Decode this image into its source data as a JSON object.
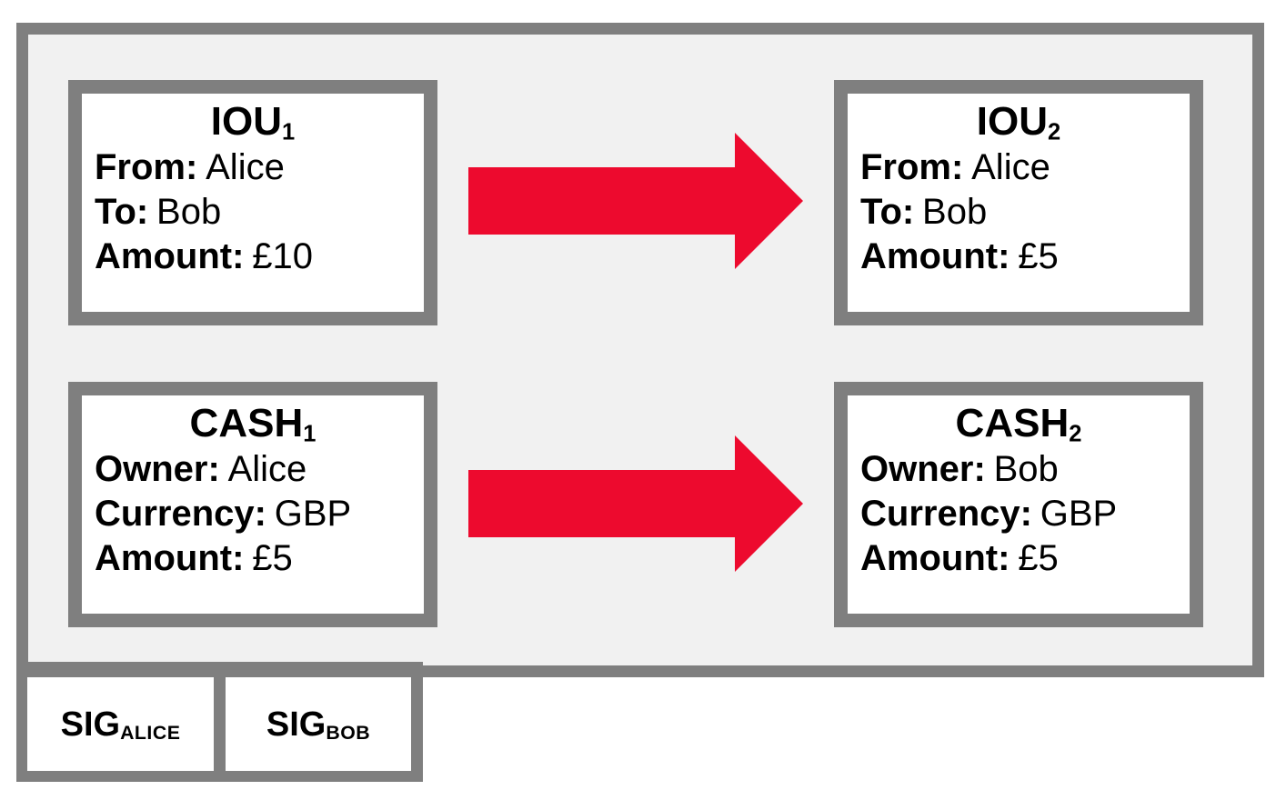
{
  "colors": {
    "frame_gray": "#7f7f7f",
    "panel_background": "#f1f1f1",
    "box_background": "#ffffff",
    "arrow_red": "#ed0a2e",
    "text": "#000000"
  },
  "states": [
    {
      "id": "iou1",
      "title": "IOU",
      "title_sub": "1",
      "fields": [
        {
          "label": "From:",
          "value": "Alice"
        },
        {
          "label": "To:",
          "value": "Bob"
        },
        {
          "label": "Amount:",
          "value": "£10"
        }
      ]
    },
    {
      "id": "iou2",
      "title": "IOU",
      "title_sub": "2",
      "fields": [
        {
          "label": "From:",
          "value": "Alice"
        },
        {
          "label": "To:",
          "value": "Bob"
        },
        {
          "label": "Amount:",
          "value": "£5"
        }
      ]
    },
    {
      "id": "cash1",
      "title": "CASH",
      "title_sub": "1",
      "fields": [
        {
          "label": "Owner:",
          "value": "Alice"
        },
        {
          "label": "Currency:",
          "value": "GBP"
        },
        {
          "label": "Amount:",
          "value": "£5"
        }
      ]
    },
    {
      "id": "cash2",
      "title": "CASH",
      "title_sub": "2",
      "fields": [
        {
          "label": "Owner:",
          "value": "Bob"
        },
        {
          "label": "Currency:",
          "value": "GBP"
        },
        {
          "label": "Amount:",
          "value": "£5"
        }
      ]
    }
  ],
  "signatures": [
    {
      "text": "SIG",
      "sub": "ALICE"
    },
    {
      "text": "SIG",
      "sub": "BOB"
    }
  ]
}
